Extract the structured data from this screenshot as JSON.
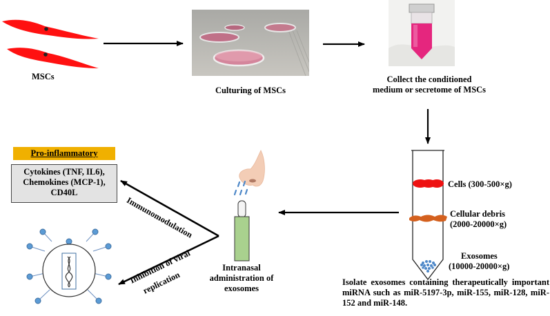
{
  "labels": {
    "mscs": "MSCs",
    "culturing": "Culturing of MSCs",
    "collect": "Collect the conditioned medium or secretome of MSCs",
    "intranasal": "Intranasal administration of exosomes",
    "immunomodulation": "Immunomodulation",
    "inhibition_line1": "Inhibition of viral",
    "inhibition_line2": "replication",
    "isolate": "Isolate exosomes containing therapeutically important miRNA such as miR-5197-3p, miR-155, miR-128, miR-152 and miR-148."
  },
  "tube": {
    "cells": "Cells (300-500×g)",
    "debris_line1": "Cellular debris",
    "debris_line2": "(2000-20000×g)",
    "exosomes_line1": "Exosomes",
    "exosomes_line2": "(10000-20000×g)"
  },
  "proinflammatory": {
    "header": "Pro-inflammatory",
    "body": "Cytokines (TNF, IL6), Chemokines (MCP-1), CD40L"
  },
  "colors": {
    "cell_red": "#ff1111",
    "cells_band": "#ee1111",
    "debris_band": "#d4601e",
    "exosome_blue": "#4e88c8",
    "spray_green": "#a9d18e",
    "header_amber": "#f0b000",
    "box_gray": "#e3e3e3"
  }
}
